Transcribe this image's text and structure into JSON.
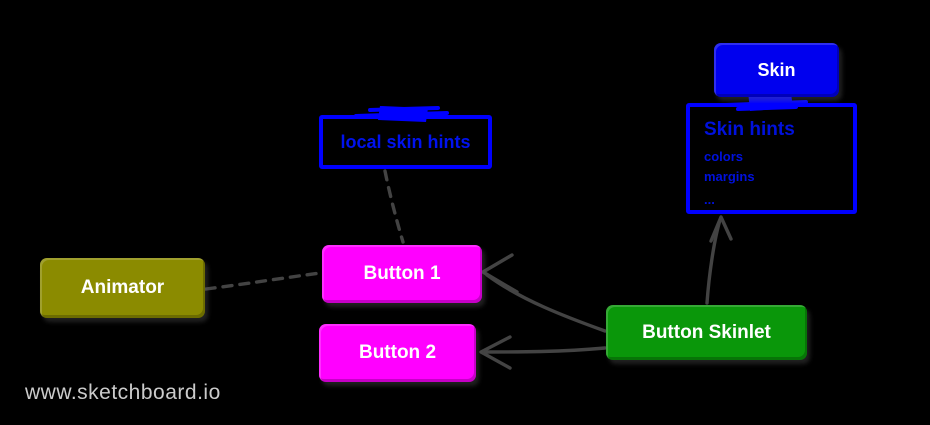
{
  "app": "sketchboard-diagram",
  "background_color": "#000000",
  "connector_color": "#434343",
  "accent_blue": "#0000ff",
  "nodes": {
    "skin": {
      "label": "Skin",
      "fill": "#0000ee",
      "text_color": "#ffffff"
    },
    "skin_hints": {
      "title": "Skin hints",
      "items": [
        "colors",
        "margins",
        "..."
      ],
      "border_color": "#0000ff",
      "text_color": "#0011dd"
    },
    "local_skin_hints": {
      "label": "local skin hints",
      "border_color": "#0000ff",
      "text_color": "#0012ee"
    },
    "animator": {
      "label": "Animator",
      "fill": "#8b8b00",
      "text_color": "#ffffff"
    },
    "button1": {
      "label": "Button 1",
      "fill": "#ff00ff",
      "text_color": "#ffffff"
    },
    "button2": {
      "label": "Button 2",
      "fill": "#ff00ff",
      "text_color": "#ffffff"
    },
    "button_skinlet": {
      "label": "Button Skinlet",
      "fill": "#0a970a",
      "text_color": "#ffffff"
    }
  },
  "edges": [
    {
      "from": "local skin hints",
      "to": "Button 1",
      "style": "dashed"
    },
    {
      "from": "Animator",
      "to": "Button 1",
      "style": "dashed"
    },
    {
      "from": "Button Skinlet",
      "to": "Button 1",
      "style": "arrow"
    },
    {
      "from": "Button Skinlet",
      "to": "Button 2",
      "style": "arrow"
    },
    {
      "from": "Button Skinlet",
      "to": "Skin hints",
      "style": "arrow"
    },
    {
      "from": "Skin",
      "to": "Skin hints",
      "style": "attached-scribble"
    }
  ],
  "watermark": "www.sketchboard.io"
}
